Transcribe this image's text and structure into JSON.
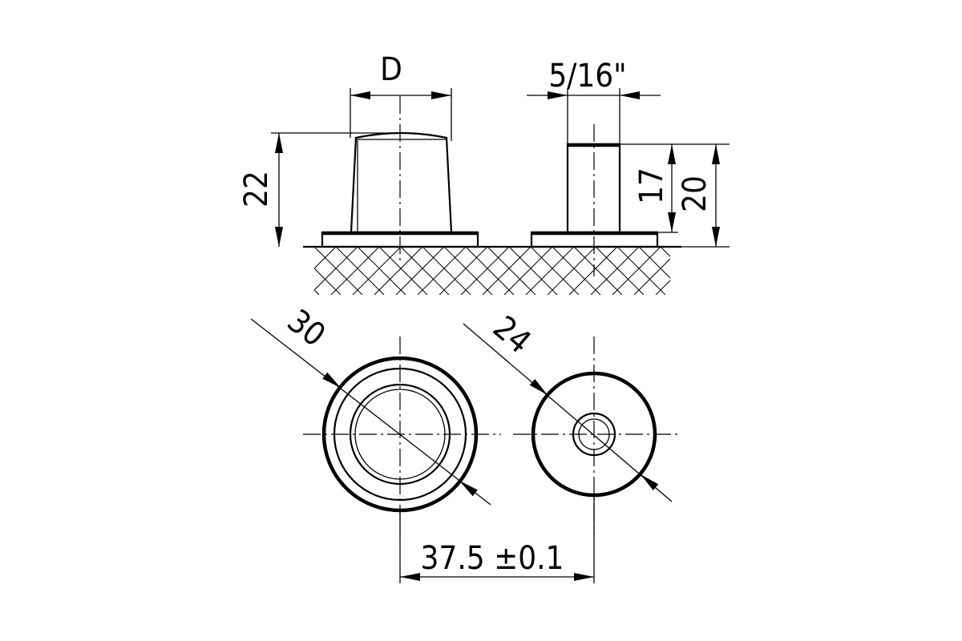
{
  "drawing": {
    "labels": {
      "top_width": "D",
      "pin_diameter": "5/16\"",
      "cap_height": "22",
      "pin_height": "17",
      "pin_total_height": "20",
      "cap_outer_diameter": "30",
      "pin_base_diameter": "24",
      "center_distance": "37.5 ±0.1"
    }
  }
}
